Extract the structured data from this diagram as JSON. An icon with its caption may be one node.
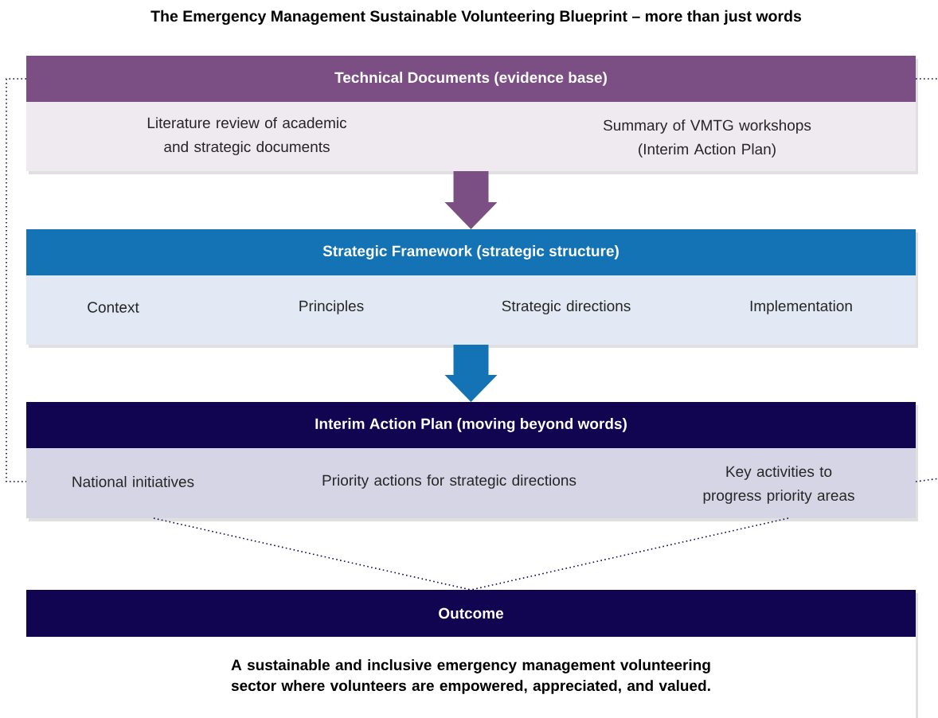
{
  "diagram": {
    "title": "The Emergency Management Sustainable Volunteering Blueprint – more than just words",
    "nodes": [
      {
        "text": [
          "Technical Documents (evidence base)"
        ]
      },
      {
        "text": [
          "Literature review of academic and strategic documents"
        ],
        "in": 0
      },
      {
        "text": [
          "Summary of VMTG workshops (Interim Action Plan)"
        ],
        "in": 0
      },
      {
        "text": [
          "Strategic Framework (strategic structure)"
        ]
      },
      {
        "text": [
          "Context"
        ],
        "in": 3
      },
      {
        "text": [
          "Principles"
        ],
        "in": 3
      },
      {
        "text": [
          "Strategic directions"
        ],
        "in": 3
      },
      {
        "text": [
          "Implementation"
        ],
        "in": 3
      },
      {
        "text": [
          "Interim Action Plan (moving beyond words)"
        ]
      },
      {
        "text": [
          "National initiatives"
        ],
        "in": 8
      },
      {
        "text": [
          "Priority actions for strategic directions"
        ],
        "in": 8
      },
      {
        "text": [
          "Key activities to progress priority areas"
        ],
        "in": 8
      },
      {
        "text": [
          "Outcome",
          "A sustainable and inclusive emergency management volunteering sector where volunteers are empowered, appreciated, and valued."
        ]
      }
    ],
    "edges": [
      {
        "from": 0,
        "to": 3,
        "arrow": "to",
        "style": "thick",
        "color": "#7b4f84"
      },
      {
        "from": 3,
        "to": 8,
        "arrow": "to",
        "style": "thick",
        "color": "#1473b5"
      },
      {
        "from": 0,
        "to": 8,
        "arrow": "none",
        "style": "dashed"
      },
      {
        "from": 0,
        "to": null,
        "arrow": "none",
        "style": "dashed"
      },
      {
        "from": 8,
        "to": null,
        "arrow": "none",
        "style": "dashed"
      },
      {
        "from": 8,
        "to": 12,
        "arrow": "none",
        "style": "dashed"
      },
      {
        "from": 8,
        "to": 12,
        "arrow": "none",
        "style": "dashed"
      }
    ]
  }
}
